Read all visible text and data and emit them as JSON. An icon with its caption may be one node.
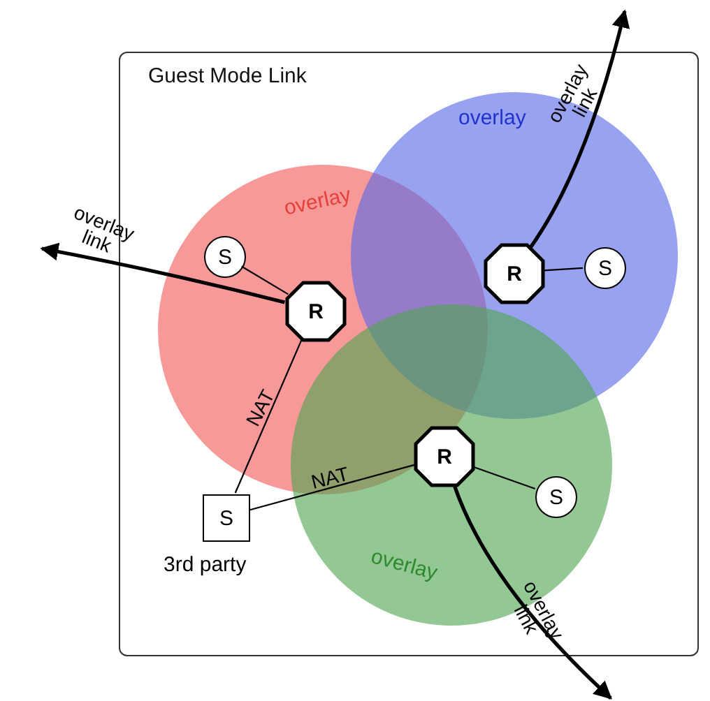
{
  "diagram": {
    "nodes": [
      {
        "text": [
          "Guest Mode Link"
        ]
      },
      {
        "text": [
          "overlay"
        ],
        "in": 0
      },
      {
        "text": [
          "overlay"
        ],
        "in": 0
      },
      {
        "text": [
          "overlay"
        ],
        "in": 0
      },
      {
        "text": [
          "R"
        ],
        "in": 1
      },
      {
        "text": [
          "S"
        ],
        "in": 1
      },
      {
        "text": [
          "R"
        ],
        "in": 2
      },
      {
        "text": [
          "S"
        ],
        "in": 2
      },
      {
        "text": [
          "R"
        ]
      },
      {
        "text": [
          "S"
        ],
        "in": 3
      },
      {
        "text": [
          "S"
        ],
        "beside": [
          "3rd party"
        ],
        "in": 0
      }
    ],
    "edges": [
      {
        "from": 5,
        "to": 4,
        "arrow": "none"
      },
      {
        "from": 7,
        "to": 6,
        "arrow": "none"
      },
      {
        "from": 9,
        "to": 8,
        "arrow": "none"
      },
      {
        "from": 10,
        "to": 4,
        "arrow": "none",
        "label": "NAT"
      },
      {
        "from": 10,
        "to": 8,
        "arrow": "none",
        "label": "NAT"
      },
      {
        "from": 4,
        "to": null,
        "arrow": "to",
        "label": "overlay link",
        "style": "thick"
      },
      {
        "from": 6,
        "to": null,
        "arrow": "to",
        "label": "overlay link",
        "style": "thick"
      },
      {
        "from": 8,
        "to": null,
        "arrow": "to",
        "label": "overlay link",
        "style": "thick"
      }
    ]
  }
}
